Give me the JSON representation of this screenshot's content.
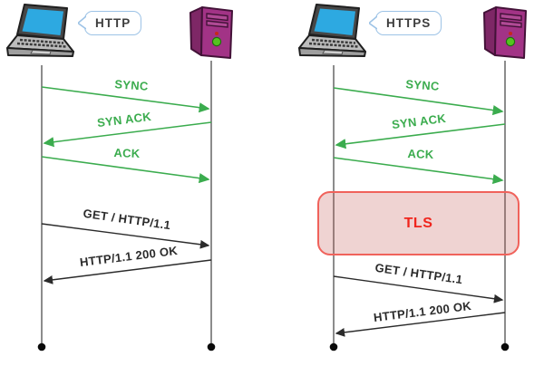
{
  "colors": {
    "handshake_arrow_green": "#3bac4e",
    "http_arrow_black": "#2b2b2b",
    "lifeline_gray": "#7f7f7f",
    "endpoint_dot_black": "#0a0a0a",
    "tls_border_red": "#f0625b",
    "tls_fill_pink": "#eed7d5",
    "tls_text_red": "#f0251d",
    "bubble_border_blue": "#9dc3e6",
    "laptop_screen_blue": "#2da9e1",
    "server_body_magenta": "#a23386",
    "server_led_green": "#54c41f"
  },
  "diagrams": [
    {
      "protocol_bubble": "HTTP",
      "client_icon": "laptop-icon",
      "server_icon": "server-icon",
      "messages": [
        {
          "label": "SYNC",
          "from": "client",
          "to": "server"
        },
        {
          "label": "SYN ACK",
          "from": "server",
          "to": "client"
        },
        {
          "label": "ACK",
          "from": "client",
          "to": "server"
        },
        {
          "label": "GET / HTTP/1.1",
          "from": "client",
          "to": "server"
        },
        {
          "label": "HTTP/1.1 200 OK",
          "from": "server",
          "to": "client"
        }
      ]
    },
    {
      "protocol_bubble": "HTTPS",
      "tls_box_label": "TLS",
      "client_icon": "laptop-icon",
      "server_icon": "server-icon",
      "messages": [
        {
          "label": "SYNC",
          "from": "client",
          "to": "server"
        },
        {
          "label": "SYN ACK",
          "from": "server",
          "to": "client"
        },
        {
          "label": "ACK",
          "from": "client",
          "to": "server"
        },
        {
          "label": "GET / HTTP/1.1",
          "from": "client",
          "to": "server"
        },
        {
          "label": "HTTP/1.1 200 OK",
          "from": "server",
          "to": "client"
        }
      ]
    }
  ]
}
